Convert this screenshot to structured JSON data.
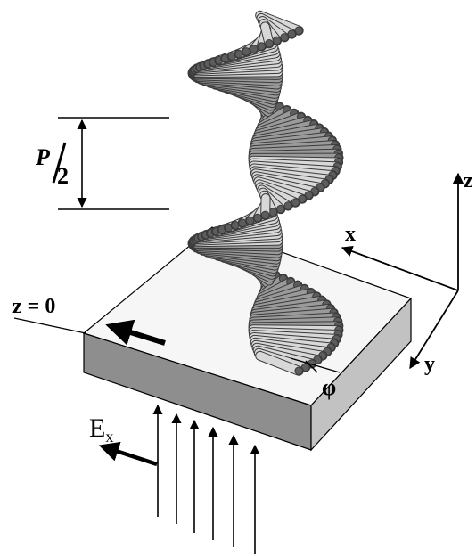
{
  "labels": {
    "pitch_numerator": "P",
    "pitch_denominator": "2",
    "z_axis": "z",
    "x_axis": "x",
    "y_axis": "y",
    "z_zero": "z = 0",
    "angle": "φ",
    "field_main": "E",
    "field_sub": "x"
  },
  "colors": {
    "rod_fill": "#9a9a9a",
    "rod_stroke": "#3a3a3a",
    "rod_highlight": "#d8d8d8",
    "slab_top": "#f4f4f4",
    "slab_front": "#8f8f8f",
    "slab_side": "#bdbdbd",
    "ink": "#000000"
  },
  "icons": {
    "incident_light": "upward-arrows-icon",
    "slab_direction": "left-arrow-icon",
    "field_arrow": "field-arrow-icon"
  }
}
